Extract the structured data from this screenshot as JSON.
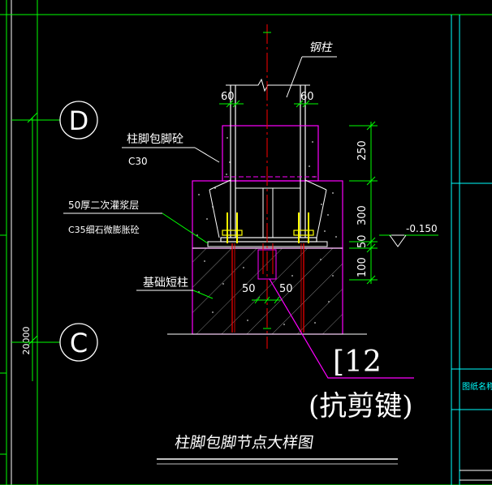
{
  "drawing": {
    "title": "柱脚包脚节点大样图",
    "axis_left_dimension": "20000",
    "title_block_label": "图纸名称"
  },
  "grid_axes": [
    {
      "label": "D"
    },
    {
      "label": "C"
    }
  ],
  "labels": {
    "steel_column": "钢柱",
    "encasement_concrete": "柱脚包脚砼",
    "encasement_grade": "C30",
    "grout_layer": "50厚二次灌浆层",
    "grout_material": "C35细石微膨胀砼",
    "pedestal": "基础短柱",
    "shear_key_section": "[12",
    "shear_key_name": "(抗剪键)",
    "elevation": "-0.150"
  },
  "dimensions": {
    "top_left_offset": "60",
    "top_right_offset": "60",
    "encasement_upper_height": "250",
    "encasement_lower_height": "300",
    "grout_height": "50",
    "pedestal_top_height": "100",
    "key_left_offset": "50",
    "key_right_offset": "50"
  },
  "colors": {
    "background": "#000000",
    "linework": "#ffffff",
    "grid_green": "#00ff00",
    "concrete_magenta": "#ff00ff",
    "centerline_red": "#ff0000",
    "bolt_yellow": "#ffff00",
    "frame_cyan": "#00ffff",
    "hatch_gray": "#7f7f7f"
  }
}
